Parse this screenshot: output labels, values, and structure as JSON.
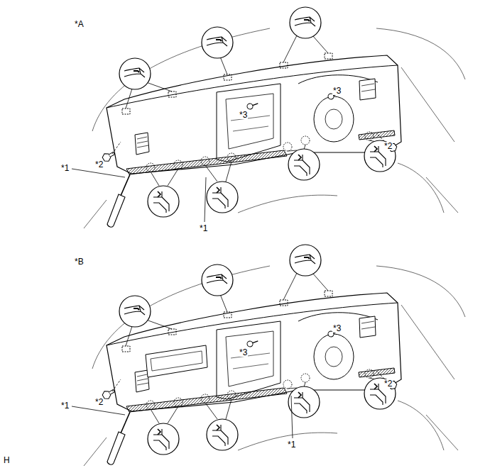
{
  "diagram": {
    "labels": [
      "*A",
      "*2",
      "*3",
      "*3",
      "*2",
      "*1",
      "*1",
      "*B",
      "*3",
      "*2",
      "*3",
      "*2",
      "*1",
      "*1",
      "H"
    ]
  }
}
